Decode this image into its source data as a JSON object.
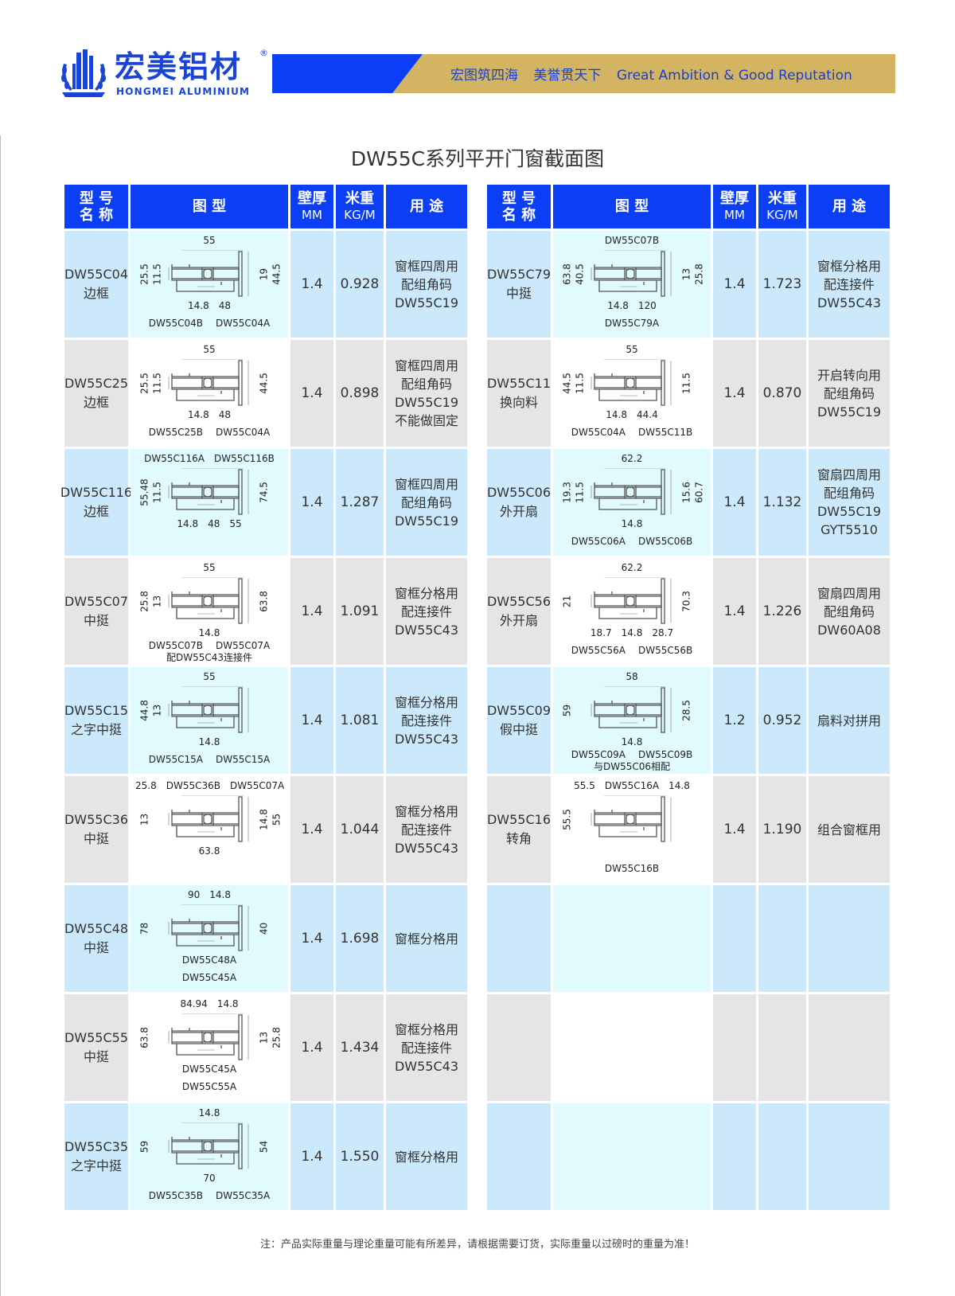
{
  "brand": {
    "name_cn": "宏美铝材",
    "name_en": "HONGMEI ALUMINIUM",
    "reg": "®",
    "primary": "#0b3ef5",
    "gold": "#d3b463"
  },
  "slogan": {
    "cn1": "宏图筑四海",
    "cn2": "美誉贯天下",
    "en": "Great Ambition & Good Reputation"
  },
  "title": "DW55C系列平开门窗截面图",
  "headers": {
    "name": [
      "型 号",
      "名 称"
    ],
    "figure": "图  型",
    "thickness": [
      "壁厚",
      "MM"
    ],
    "weight": [
      "米重",
      "KG/M"
    ],
    "usage": "用 途"
  },
  "left_rows": [
    {
      "code": "DW55C04",
      "type": "边框",
      "thickness": "1.4",
      "weight": "0.928",
      "usage": [
        "窗框四周用",
        "配组角码",
        "DW55C19"
      ],
      "fig": {
        "top": [
          "55"
        ],
        "left": [
          "25.5",
          "11.5"
        ],
        "right": [
          "19",
          "44.5"
        ],
        "bottom": [
          "14.8",
          "48"
        ],
        "parts": [
          "DW55C04B",
          "DW55C04A"
        ]
      }
    },
    {
      "code": "DW55C25",
      "type": "边框",
      "thickness": "1.4",
      "weight": "0.898",
      "usage": [
        "窗框四周用",
        "配组角码",
        "DW55C19",
        "不能做固定"
      ],
      "fig": {
        "top": [
          "55"
        ],
        "left": [
          "25.5",
          "11.5"
        ],
        "right": [
          "44.5"
        ],
        "bottom": [
          "14.8",
          "48"
        ],
        "parts": [
          "DW55C25B",
          "DW55C04A"
        ]
      }
    },
    {
      "code": "DW55C116",
      "type": "边框",
      "thickness": "1.4",
      "weight": "1.287",
      "usage": [
        "窗框四周用",
        "配组角码",
        "DW55C19"
      ],
      "fig": {
        "top": [
          "DW55C116A",
          "DW55C116B"
        ],
        "left": [
          "55.48",
          "11.5"
        ],
        "right": [
          "74.5"
        ],
        "bottom": [
          "14.8",
          "48",
          "55"
        ],
        "parts": []
      }
    },
    {
      "code": "DW55C07",
      "type": "中挺",
      "thickness": "1.4",
      "weight": "1.091",
      "usage": [
        "窗框分格用",
        "配连接件",
        "DW55C43"
      ],
      "fig": {
        "top": [
          "55"
        ],
        "left": [
          "25.8",
          "13"
        ],
        "right": [
          "63.8"
        ],
        "bottom": [
          "14.8"
        ],
        "parts": [
          "DW55C07B",
          "DW55C07A"
        ],
        "note": "配DW55C43连接件"
      }
    },
    {
      "code": "DW55C15",
      "type": "之字中挺",
      "thickness": "1.4",
      "weight": "1.081",
      "usage": [
        "窗框分格用",
        "配连接件",
        "DW55C43"
      ],
      "fig": {
        "top": [
          "55"
        ],
        "left": [
          "44.8",
          "13"
        ],
        "right": [],
        "bottom": [
          "14.8"
        ],
        "parts": [
          "DW55C15A",
          "DW55C15A"
        ]
      }
    },
    {
      "code": "DW55C36",
      "type": "中挺",
      "thickness": "1.4",
      "weight": "1.044",
      "usage": [
        "窗框分格用",
        "配连接件",
        "DW55C43"
      ],
      "fig": {
        "top": [
          "25.8",
          "DW55C36B",
          "DW55C07A"
        ],
        "left": [
          "13"
        ],
        "right": [
          "14.8",
          "55"
        ],
        "bottom": [
          "63.8"
        ],
        "parts": []
      }
    },
    {
      "code": "DW55C48",
      "type": "中挺",
      "thickness": "1.4",
      "weight": "1.698",
      "usage": [
        "窗框分格用"
      ],
      "fig": {
        "top": [
          "90",
          "14.8"
        ],
        "left": [
          "78"
        ],
        "right": [
          "40"
        ],
        "bottom": [
          "DW55C48A"
        ],
        "parts": [
          "DW55C45A"
        ]
      }
    },
    {
      "code": "DW55C55",
      "type": "中挺",
      "thickness": "1.4",
      "weight": "1.434",
      "usage": [
        "窗框分格用",
        "配连接件",
        "DW55C43"
      ],
      "fig": {
        "top": [
          "84.94",
          "14.8"
        ],
        "left": [
          "63.8"
        ],
        "right": [
          "13",
          "25.8"
        ],
        "bottom": [
          "DW55C45A"
        ],
        "parts": [
          "DW55C55A"
        ]
      }
    },
    {
      "code": "DW55C35",
      "type": "之字中挺",
      "thickness": "1.4",
      "weight": "1.550",
      "usage": [
        "窗框分格用"
      ],
      "fig": {
        "top": [
          "14.8"
        ],
        "left": [
          "59"
        ],
        "right": [
          "54"
        ],
        "bottom": [
          "70"
        ],
        "parts": [
          "DW55C35B",
          "DW55C35A"
        ]
      }
    }
  ],
  "right_rows": [
    {
      "code": "DW55C79",
      "type": "中挺",
      "thickness": "1.4",
      "weight": "1.723",
      "usage": [
        "窗框分格用",
        "配连接件",
        "DW55C43"
      ],
      "fig": {
        "top": [
          "DW55C07B"
        ],
        "left": [
          "63.8",
          "40.5"
        ],
        "right": [
          "13",
          "25.8"
        ],
        "bottom": [
          "14.8",
          "120"
        ],
        "parts": [
          "DW55C79A"
        ]
      }
    },
    {
      "code": "DW55C11",
      "type": "换向料",
      "thickness": "1.4",
      "weight": "0.870",
      "usage": [
        "开启转向用",
        "配组角码",
        "DW55C19"
      ],
      "fig": {
        "top": [
          "55"
        ],
        "left": [
          "44.5",
          "11.5"
        ],
        "right": [
          "11.5"
        ],
        "bottom": [
          "14.8",
          "44.4"
        ],
        "parts": [
          "DW55C04A",
          "DW55C11B"
        ]
      }
    },
    {
      "code": "DW55C06",
      "type": "外开扇",
      "thickness": "1.4",
      "weight": "1.132",
      "usage": [
        "窗扇四周用",
        "配组角码",
        "DW55C19",
        "GYT5510"
      ],
      "fig": {
        "top": [
          "62.2"
        ],
        "left": [
          "19.3",
          "11.5"
        ],
        "right": [
          "15.6",
          "60.7"
        ],
        "bottom": [
          "14.8"
        ],
        "parts": [
          "DW55C06A",
          "DW55C06B"
        ]
      }
    },
    {
      "code": "DW55C56",
      "type": "外开扇",
      "thickness": "1.4",
      "weight": "1.226",
      "usage": [
        "窗扇四周用",
        "配组角码",
        "DW60A08"
      ],
      "fig": {
        "top": [
          "62.2"
        ],
        "left": [
          "21"
        ],
        "right": [
          "70.3"
        ],
        "bottom": [
          "18.7",
          "14.8",
          "28.7"
        ],
        "parts": [
          "DW55C56A",
          "DW55C56B"
        ]
      }
    },
    {
      "code": "DW55C09",
      "type": "假中挺",
      "thickness": "1.2",
      "weight": "0.952",
      "usage": [
        "扇料对拼用"
      ],
      "fig": {
        "top": [
          "58"
        ],
        "left": [
          "59"
        ],
        "right": [
          "28.5"
        ],
        "bottom": [
          "14.8"
        ],
        "parts": [
          "DW55C09A",
          "DW55C09B"
        ],
        "note": "与DW55C06相配"
      }
    },
    {
      "code": "DW55C16",
      "type": "转角",
      "thickness": "1.4",
      "weight": "1.190",
      "usage": [
        "组合窗框用"
      ],
      "fig": {
        "top": [
          "55.5",
          "DW55C16A",
          "14.8"
        ],
        "left": [
          "55.5"
        ],
        "right": [],
        "bottom": [],
        "parts": [
          "DW55C16B"
        ]
      }
    },
    {
      "empty": true
    },
    {
      "empty": true
    },
    {
      "empty": true
    }
  ],
  "footnote": "注：产品实际重量与理论重量可能有所差异，请根据需要订货，实际重量以过磅时的重量为准！"
}
